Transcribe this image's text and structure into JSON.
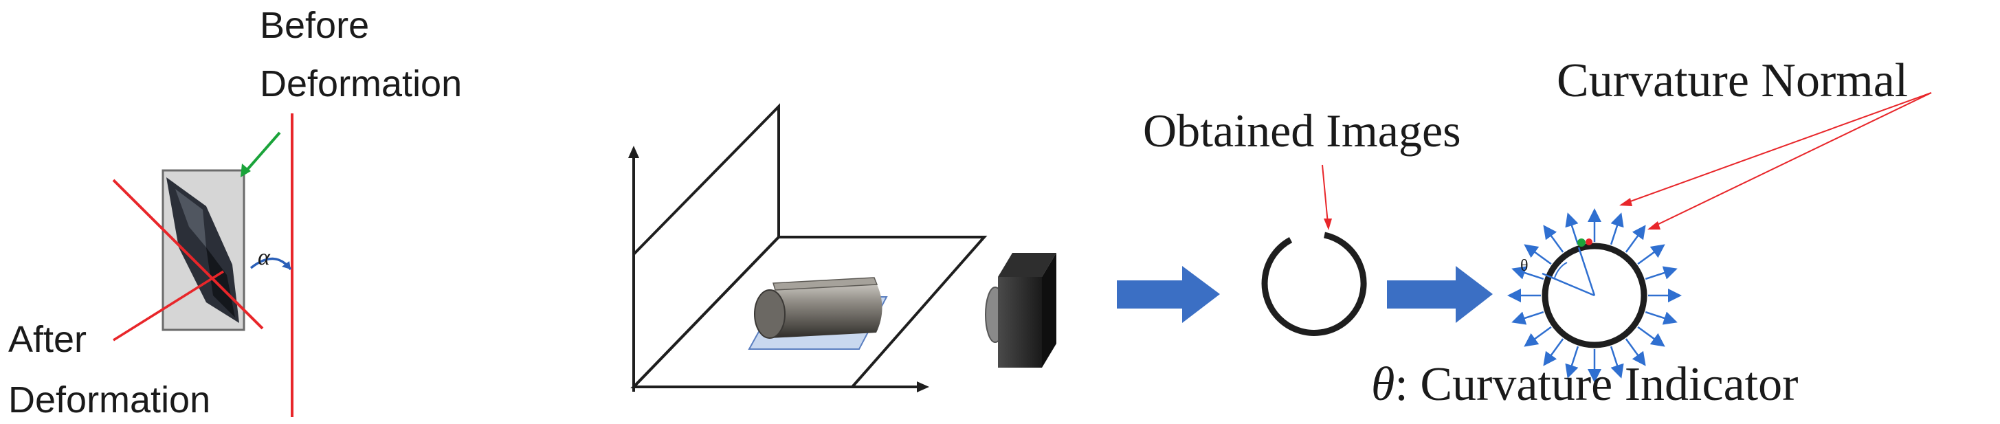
{
  "labels": {
    "before_line1": "Before",
    "before_line2": "Deformation",
    "after_line1": "After",
    "after_line2": "Deformation",
    "alpha": "α",
    "obtained_images": "Obtained Images",
    "curvature_normal": "Curvature Normal",
    "theta_small": "θ",
    "theta_symbol": "θ",
    "curvature_indicator": ": Curvature Indicator"
  },
  "colors": {
    "red": "#e8262a",
    "green": "#1aa33a",
    "blue_arrow": "#3b6fc4",
    "normal_blue": "#2f6fd0",
    "alpha_arc": "#2a5fb8",
    "dark": "#1e1e1e",
    "sheet_fill": "#c9d8ef"
  }
}
